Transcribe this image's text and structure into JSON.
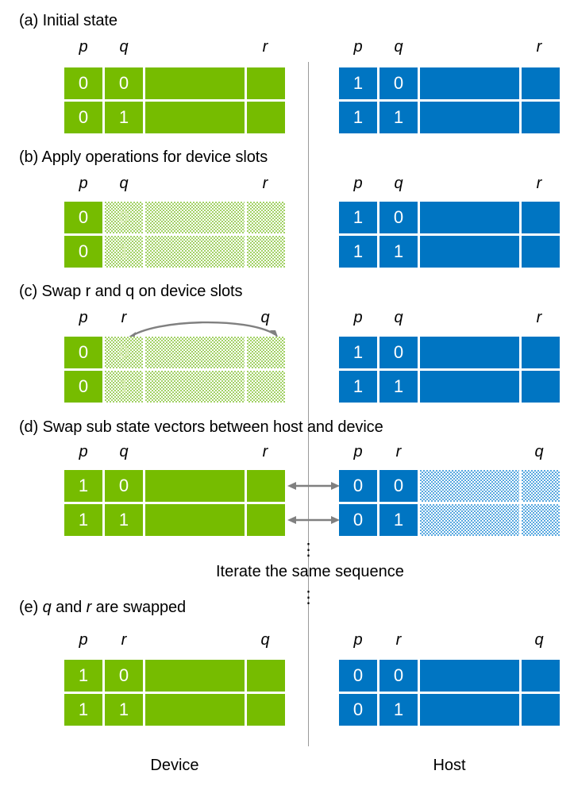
{
  "figure": {
    "divider_color": "#9a9a9a",
    "colors": {
      "device_green": "#76bc00",
      "host_blue": "#0075c2",
      "arrow_gray": "#808080"
    },
    "bottom_labels": {
      "device": "Device",
      "host": "Host"
    },
    "iterate": {
      "text": "Iterate the same sequence",
      "dots_top": "⋮",
      "dots_bottom": "⋮",
      "dots_top_e": "⋮"
    }
  },
  "panels": {
    "a": {
      "title": "(a) Initial state",
      "device": {
        "headers": [
          "p",
          "q",
          "r"
        ],
        "rows": [
          [
            "0",
            "0"
          ],
          [
            "0",
            "1"
          ]
        ],
        "fill": "solid"
      },
      "host": {
        "headers": [
          "p",
          "q",
          "r"
        ],
        "rows": [
          [
            "1",
            "0"
          ],
          [
            "1",
            "1"
          ]
        ],
        "fill": "solid"
      }
    },
    "b": {
      "title": "(b) Apply operations for device slots",
      "device": {
        "headers": [
          "p",
          "q",
          "r"
        ],
        "rows": [
          [
            "0",
            "0"
          ],
          [
            "0",
            "1"
          ]
        ],
        "fill": "hatched-from-q"
      },
      "host": {
        "headers": [
          "p",
          "q",
          "r"
        ],
        "rows": [
          [
            "1",
            "0"
          ],
          [
            "1",
            "1"
          ]
        ],
        "fill": "solid"
      }
    },
    "c": {
      "title": "(c) Swap r and q on device slots",
      "device": {
        "headers": [
          "p",
          "r",
          "q"
        ],
        "rows": [
          [
            "0",
            "0"
          ],
          [
            "0",
            "1"
          ]
        ],
        "fill": "hatched-from-q"
      },
      "host": {
        "headers": [
          "p",
          "q",
          "r"
        ],
        "rows": [
          [
            "1",
            "0"
          ],
          [
            "1",
            "1"
          ]
        ],
        "fill": "solid"
      },
      "swap_arrow": "double-headed-curved-arrow"
    },
    "d": {
      "title": "(d) Swap sub state vectors between host and device",
      "device": {
        "headers": [
          "p",
          "q",
          "r"
        ],
        "rows": [
          [
            "1",
            "0"
          ],
          [
            "1",
            "1"
          ]
        ],
        "fill": "solid"
      },
      "host": {
        "headers": [
          "p",
          "r",
          "q"
        ],
        "rows": [
          [
            "0",
            "0"
          ],
          [
            "0",
            "1"
          ]
        ],
        "fill": "hatched-last-two"
      },
      "transfer_arrows": 2
    },
    "e": {
      "title_prefix": "(e) ",
      "title_q": "q",
      "title_mid": " and ",
      "title_r": "r",
      "title_suffix": " are swapped",
      "device": {
        "headers": [
          "p",
          "r",
          "q"
        ],
        "rows": [
          [
            "1",
            "0"
          ],
          [
            "1",
            "1"
          ]
        ],
        "fill": "solid"
      },
      "host": {
        "headers": [
          "p",
          "r",
          "q"
        ],
        "rows": [
          [
            "0",
            "0"
          ],
          [
            "0",
            "1"
          ]
        ],
        "fill": "solid"
      }
    }
  }
}
